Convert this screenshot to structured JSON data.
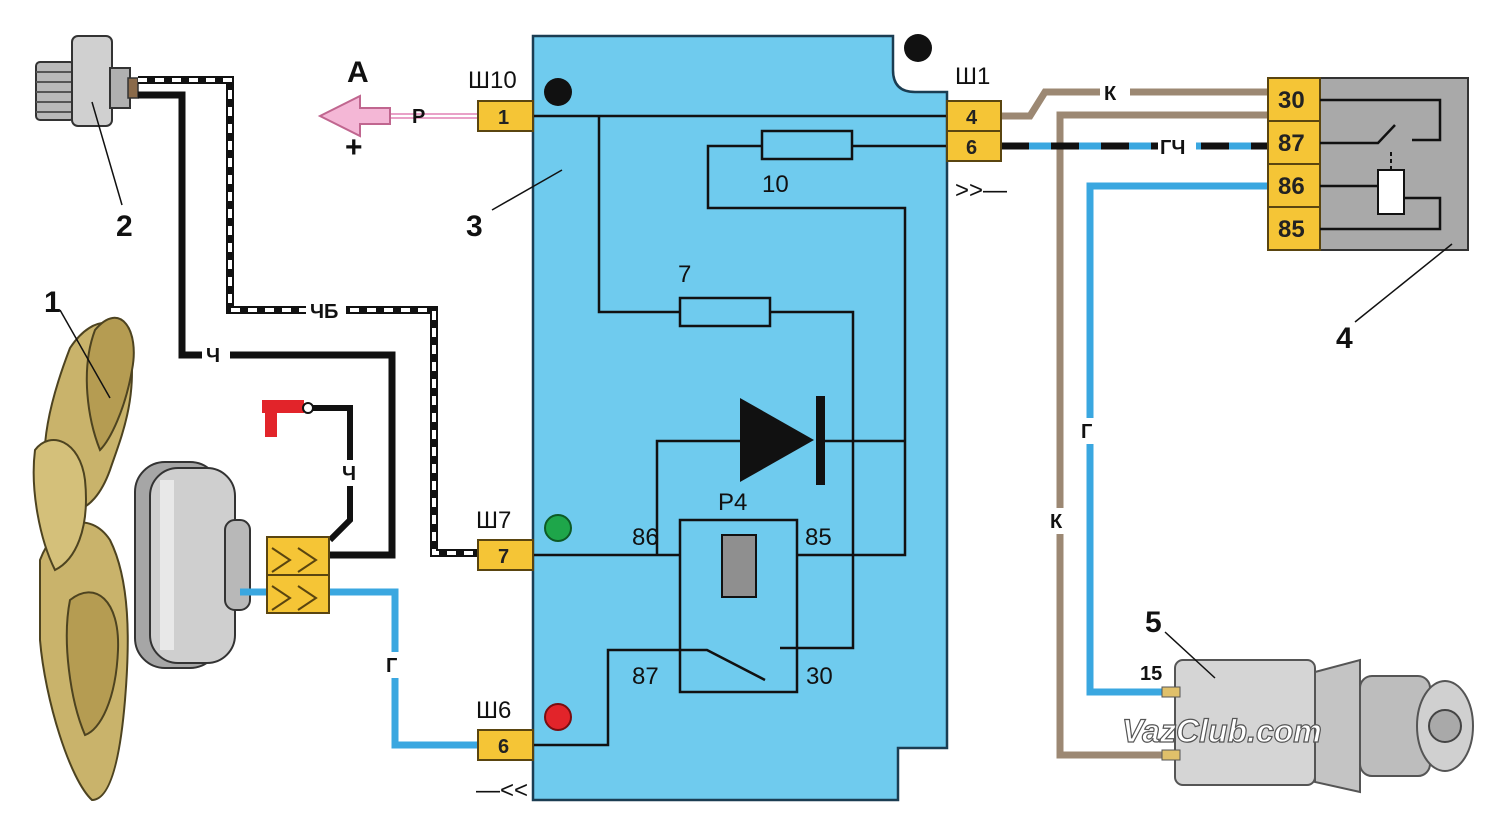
{
  "callouts": {
    "fan": "1",
    "sensor": "2",
    "block": "3",
    "relay": "4",
    "switch": "5"
  },
  "arrow": {
    "letter": "A",
    "plus": "+",
    "wire": "Р"
  },
  "connectors": {
    "sh10": {
      "name": "Ш10",
      "pin": "1"
    },
    "sh7": {
      "name": "Ш7",
      "pin": "7"
    },
    "sh6": {
      "name": "Ш6",
      "pin": "6"
    },
    "sh1": {
      "name": "Ш1",
      "pin_top": "4",
      "pin_bottom": "6"
    }
  },
  "fuses": {
    "upper": "10",
    "lower": "7"
  },
  "relay_internal": {
    "name": "Р4",
    "pin86": "86",
    "pin85": "85",
    "pin87": "87",
    "pin30": "30"
  },
  "relay_external": {
    "pins": [
      "30",
      "87",
      "86",
      "85"
    ]
  },
  "wires": {
    "cb": "ЧБ",
    "ch1": "Ч",
    "ch2": "Ч",
    "g1": "Г",
    "g2": "Г",
    "k1": "К",
    "k2": "К",
    "gch": "ГЧ"
  },
  "ignition": {
    "pin15": "15"
  },
  "watermark": "VazClub.com",
  "colors": {
    "block_blue": "#6fcbee",
    "pin_yellow": "#f5c536",
    "wire_blue": "#3aa7e0",
    "wire_brown": "#9c8873",
    "fan_blade": "#c9b36b",
    "ground_red": "#e2242a"
  }
}
